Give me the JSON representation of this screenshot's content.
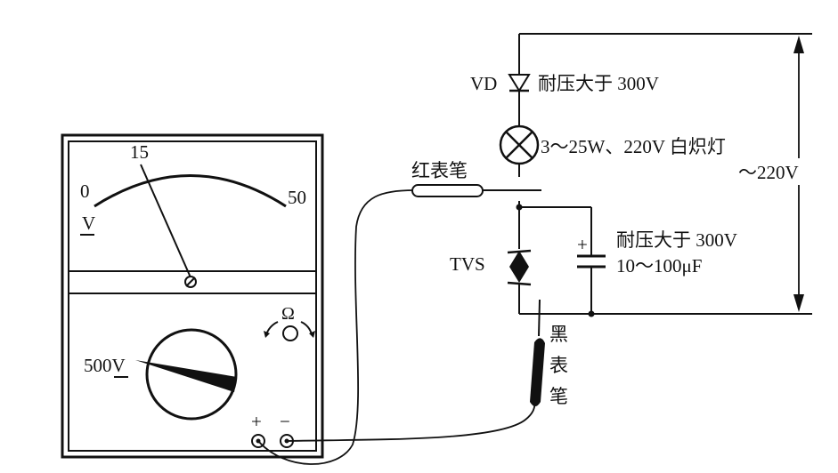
{
  "meter": {
    "scale_zero": "0",
    "scale_mid": "15",
    "scale_max": "50",
    "unit_v": "V",
    "range_label": "500V",
    "ohm_symbol": "Ω",
    "terminal_plus": "+",
    "terminal_minus": "−"
  },
  "probes": {
    "red_probe": "红表笔",
    "black_probe_chars": [
      "黑",
      "表",
      "笔"
    ]
  },
  "circuit": {
    "vd_label": "VD",
    "vd_rating": "耐压大于 300V",
    "lamp_rating": "3～25W、220V 白炽灯",
    "tvs_label": "TVS",
    "cap_rating_1": "耐压大于 300V",
    "cap_rating_2": "10～100μF",
    "cap_polarity": "+",
    "supply_voltage": "～220V"
  },
  "colors": {
    "ink": "#111111",
    "background": "#ffffff"
  }
}
